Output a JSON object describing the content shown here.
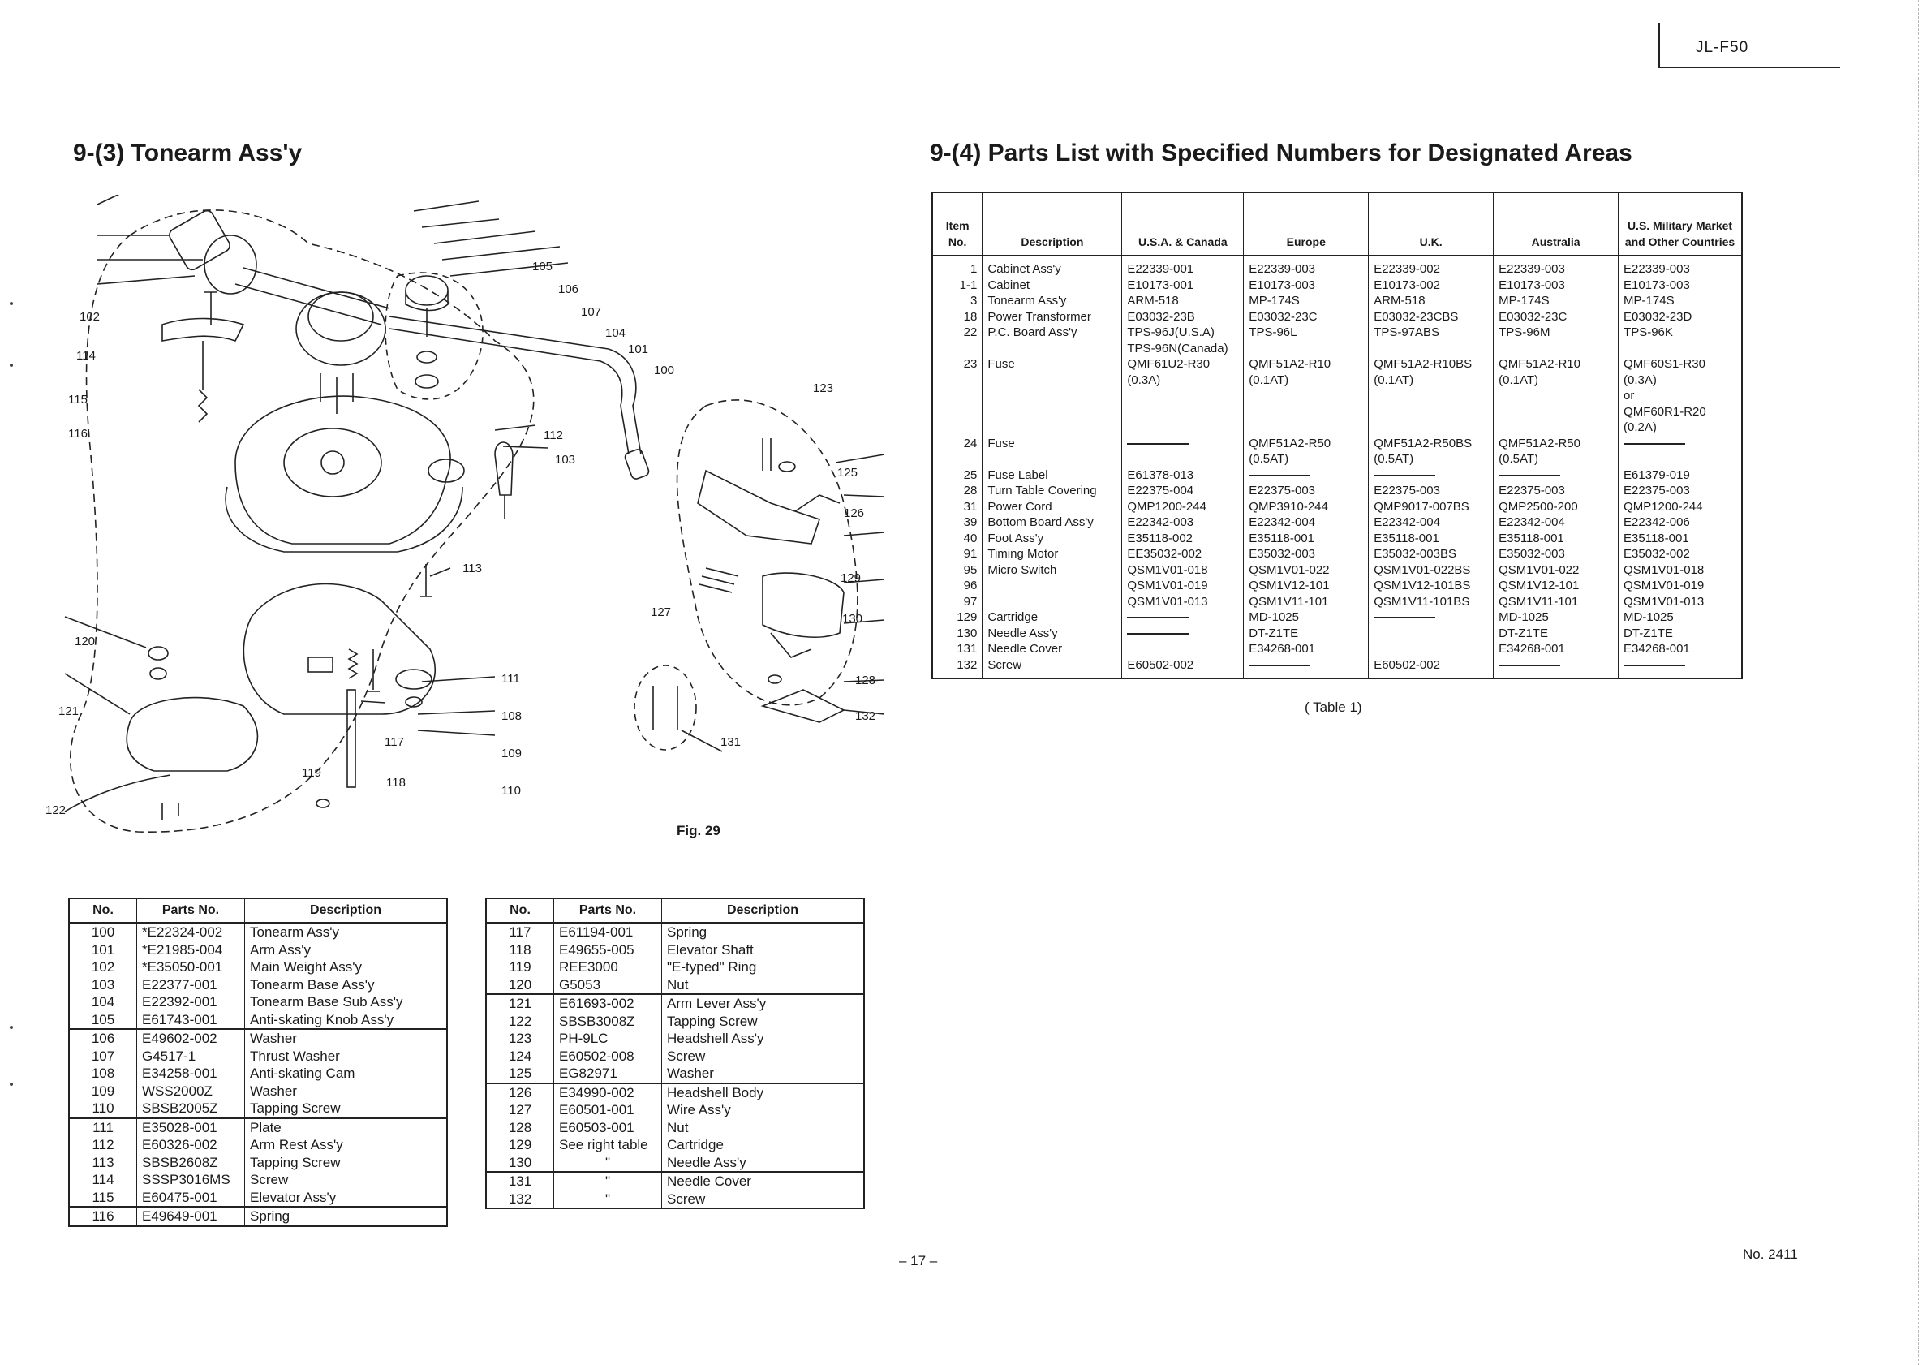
{
  "header": {
    "model": "JL-F50"
  },
  "left_section": {
    "title": "9-(3)  Tonearm Ass'y",
    "figure_label": "Fig. 29",
    "callouts": [
      "100",
      "101",
      "102",
      "103",
      "104",
      "105",
      "106",
      "107",
      "108",
      "109",
      "110",
      "111",
      "112",
      "113",
      "114",
      "115",
      "116",
      "117",
      "118",
      "119",
      "120",
      "121",
      "122",
      "123",
      "125",
      "126",
      "127",
      "128",
      "129",
      "130",
      "131",
      "132"
    ]
  },
  "right_section": {
    "title": "9-(4)  Parts List with Specified Numbers for Designated Areas",
    "caption": "( Table 1)",
    "columns": [
      "Item No.",
      "Description",
      "U.S.A. & Canada",
      "Europe",
      "U.K.",
      "Australia",
      "U.S. Military Market and Other Countries"
    ],
    "rows": [
      {
        "item": "1",
        "desc": "Cabinet Ass'y",
        "usa": "E22339-001",
        "europe": "E22339-003",
        "uk": "E22339-002",
        "australia": "E22339-003",
        "military": "E22339-003"
      },
      {
        "item": "1-1",
        "desc": "Cabinet",
        "usa": "E10173-001",
        "europe": "E10173-003",
        "uk": "E10173-002",
        "australia": "E10173-003",
        "military": "E10173-003"
      },
      {
        "item": "3",
        "desc": "Tonearm Ass'y",
        "usa": "ARM-518",
        "europe": "MP-174S",
        "uk": "ARM-518",
        "australia": "MP-174S",
        "military": "MP-174S"
      },
      {
        "item": "18",
        "desc": "Power Transformer",
        "usa": "E03032-23B",
        "europe": "E03032-23C",
        "uk": "E03032-23CBS",
        "australia": "E03032-23C",
        "military": "E03032-23D"
      },
      {
        "item": "22",
        "desc": "P.C. Board Ass'y",
        "usa": "TPS-96J(U.S.A)",
        "europe": "TPS-96L",
        "uk": "TPS-97ABS",
        "australia": "TPS-96M",
        "military": "TPS-96K"
      },
      {
        "item": "",
        "desc": "",
        "usa": "TPS-96N(Canada)",
        "europe": "",
        "uk": "",
        "australia": "",
        "military": ""
      },
      {
        "item": "23",
        "desc": "Fuse",
        "usa": "QMF61U2-R30",
        "europe": "QMF51A2-R10",
        "uk": "QMF51A2-R10BS",
        "australia": "QMF51A2-R10",
        "military": "QMF60S1-R30"
      },
      {
        "item": "",
        "desc": "",
        "usa": "(0.3A)",
        "europe": "(0.1AT)",
        "uk": "(0.1AT)",
        "australia": "(0.1AT)",
        "military": "(0.3A)"
      },
      {
        "item": "",
        "desc": "",
        "usa": "",
        "europe": "",
        "uk": "",
        "australia": "",
        "military": "or"
      },
      {
        "item": "",
        "desc": "",
        "usa": "",
        "europe": "",
        "uk": "",
        "australia": "",
        "military": "QMF60R1-R20"
      },
      {
        "item": "",
        "desc": "",
        "usa": "",
        "europe": "",
        "uk": "",
        "australia": "",
        "military": "(0.2A)"
      },
      {
        "item": "24",
        "desc": "Fuse",
        "usa": "—",
        "europe": "QMF51A2-R50",
        "uk": "QMF51A2-R50BS",
        "australia": "QMF51A2-R50",
        "military": "—"
      },
      {
        "item": "",
        "desc": "",
        "usa": "",
        "europe": "(0.5AT)",
        "uk": "(0.5AT)",
        "australia": "(0.5AT)",
        "military": ""
      },
      {
        "item": "25",
        "desc": "Fuse Label",
        "usa": "E61378-013",
        "europe": "—",
        "uk": "—",
        "australia": "—",
        "military": "E61379-019"
      },
      {
        "item": "28",
        "desc": "Turn Table Covering",
        "usa": "E22375-004",
        "europe": "E22375-003",
        "uk": "E22375-003",
        "australia": "E22375-003",
        "military": "E22375-003"
      },
      {
        "item": "31",
        "desc": "Power Cord",
        "usa": "QMP1200-244",
        "europe": "QMP3910-244",
        "uk": "QMP9017-007BS",
        "australia": "QMP2500-200",
        "military": "QMP1200-244"
      },
      {
        "item": "39",
        "desc": "Bottom Board Ass'y",
        "usa": "E22342-003",
        "europe": "E22342-004",
        "uk": "E22342-004",
        "australia": "E22342-004",
        "military": "E22342-006"
      },
      {
        "item": "40",
        "desc": "Foot Ass'y",
        "usa": "E35118-002",
        "europe": "E35118-001",
        "uk": "E35118-001",
        "australia": "E35118-001",
        "military": "E35118-001"
      },
      {
        "item": "91",
        "desc": "Timing Motor",
        "usa": "EE35032-002",
        "europe": "E35032-003",
        "uk": "E35032-003BS",
        "australia": "E35032-003",
        "military": "E35032-002"
      },
      {
        "item": "95",
        "desc": "Micro Switch",
        "usa": "QSM1V01-018",
        "europe": "QSM1V01-022",
        "uk": "QSM1V01-022BS",
        "australia": "QSM1V01-022",
        "military": "QSM1V01-018"
      },
      {
        "item": "96",
        "desc": "",
        "usa": "QSM1V01-019",
        "europe": "QSM1V12-101",
        "uk": "QSM1V12-101BS",
        "australia": "QSM1V12-101",
        "military": "QSM1V01-019"
      },
      {
        "item": "97",
        "desc": "",
        "usa": "QSM1V01-013",
        "europe": "QSM1V11-101",
        "uk": "QSM1V11-101BS",
        "australia": "QSM1V11-101",
        "military": "QSM1V01-013"
      },
      {
        "item": "129",
        "desc": "Cartridge",
        "usa": "—",
        "europe": "MD-1025",
        "uk": "—",
        "australia": "MD-1025",
        "military": "MD-1025"
      },
      {
        "item": "130",
        "desc": "Needle Ass'y",
        "usa": "—",
        "europe": "DT-Z1TE",
        "uk": "",
        "australia": "DT-Z1TE",
        "military": "DT-Z1TE"
      },
      {
        "item": "131",
        "desc": "Needle Cover",
        "usa": "",
        "europe": "E34268-001",
        "uk": "",
        "australia": "E34268-001",
        "military": "E34268-001"
      },
      {
        "item": "132",
        "desc": "Screw",
        "usa": "E60502-002",
        "europe": "—",
        "uk": "E60502-002",
        "australia": "—",
        "military": "—"
      }
    ]
  },
  "parts_table_left": {
    "headers": [
      "No.",
      "Parts No.",
      "Description"
    ],
    "groups": [
      [
        {
          "no": "100",
          "part": "*E22324-002",
          "desc": "Tonearm Ass'y"
        },
        {
          "no": "101",
          "part": "*E21985-004",
          "desc": "Arm Ass'y"
        },
        {
          "no": "102",
          "part": "*E35050-001",
          "desc": "Main Weight Ass'y"
        },
        {
          "no": "103",
          "part": "E22377-001",
          "desc": "Tonearm Base Ass'y"
        },
        {
          "no": "104",
          "part": "E22392-001",
          "desc": "Tonearm Base Sub Ass'y"
        },
        {
          "no": "105",
          "part": "E61743-001",
          "desc": "Anti-skating Knob Ass'y"
        }
      ],
      [
        {
          "no": "106",
          "part": "E49602-002",
          "desc": "Washer"
        },
        {
          "no": "107",
          "part": "G4517-1",
          "desc": "Thrust Washer"
        },
        {
          "no": "108",
          "part": "E34258-001",
          "desc": "Anti-skating Cam"
        },
        {
          "no": "109",
          "part": "WSS2000Z",
          "desc": "Washer"
        },
        {
          "no": "110",
          "part": "SBSB2005Z",
          "desc": "Tapping Screw"
        }
      ],
      [
        {
          "no": "111",
          "part": "E35028-001",
          "desc": "Plate"
        },
        {
          "no": "112",
          "part": "E60326-002",
          "desc": "Arm Rest Ass'y"
        },
        {
          "no": "113",
          "part": "SBSB2608Z",
          "desc": "Tapping Screw"
        },
        {
          "no": "114",
          "part": "SSSP3016MS",
          "desc": "Screw"
        },
        {
          "no": "115",
          "part": "E60475-001",
          "desc": "Elevator Ass'y"
        }
      ],
      [
        {
          "no": "116",
          "part": "E49649-001",
          "desc": "Spring"
        }
      ]
    ]
  },
  "parts_table_right": {
    "headers": [
      "No.",
      "Parts No.",
      "Description"
    ],
    "groups": [
      [
        {
          "no": "117",
          "part": "E61194-001",
          "desc": "Spring"
        },
        {
          "no": "118",
          "part": "E49655-005",
          "desc": "Elevator Shaft"
        },
        {
          "no": "119",
          "part": "REE3000",
          "desc": "\"E-typed\" Ring"
        },
        {
          "no": "120",
          "part": "G5053",
          "desc": "Nut"
        }
      ],
      [
        {
          "no": "121",
          "part": "E61693-002",
          "desc": "Arm Lever Ass'y"
        },
        {
          "no": "122",
          "part": "SBSB3008Z",
          "desc": "Tapping Screw"
        },
        {
          "no": "123",
          "part": "PH-9LC",
          "desc": "Headshell Ass'y"
        },
        {
          "no": "124",
          "part": "E60502-008",
          "desc": "Screw"
        },
        {
          "no": "125",
          "part": "EG82971",
          "desc": "Washer"
        }
      ],
      [
        {
          "no": "126",
          "part": "E34990-002",
          "desc": "Headshell Body"
        },
        {
          "no": "127",
          "part": "E60501-001",
          "desc": "Wire Ass'y"
        },
        {
          "no": "128",
          "part": "E60503-001",
          "desc": "Nut"
        },
        {
          "no": "129",
          "part": "See right table",
          "desc": "Cartridge"
        },
        {
          "no": "130",
          "part": "\"",
          "desc": "Needle Ass'y"
        }
      ],
      [
        {
          "no": "131",
          "part": "\"",
          "desc": "Needle Cover"
        },
        {
          "no": "132",
          "part": "\"",
          "desc": "Screw"
        }
      ]
    ]
  },
  "footer": {
    "page": "– 17 –",
    "doc_number": "No. 2411"
  }
}
